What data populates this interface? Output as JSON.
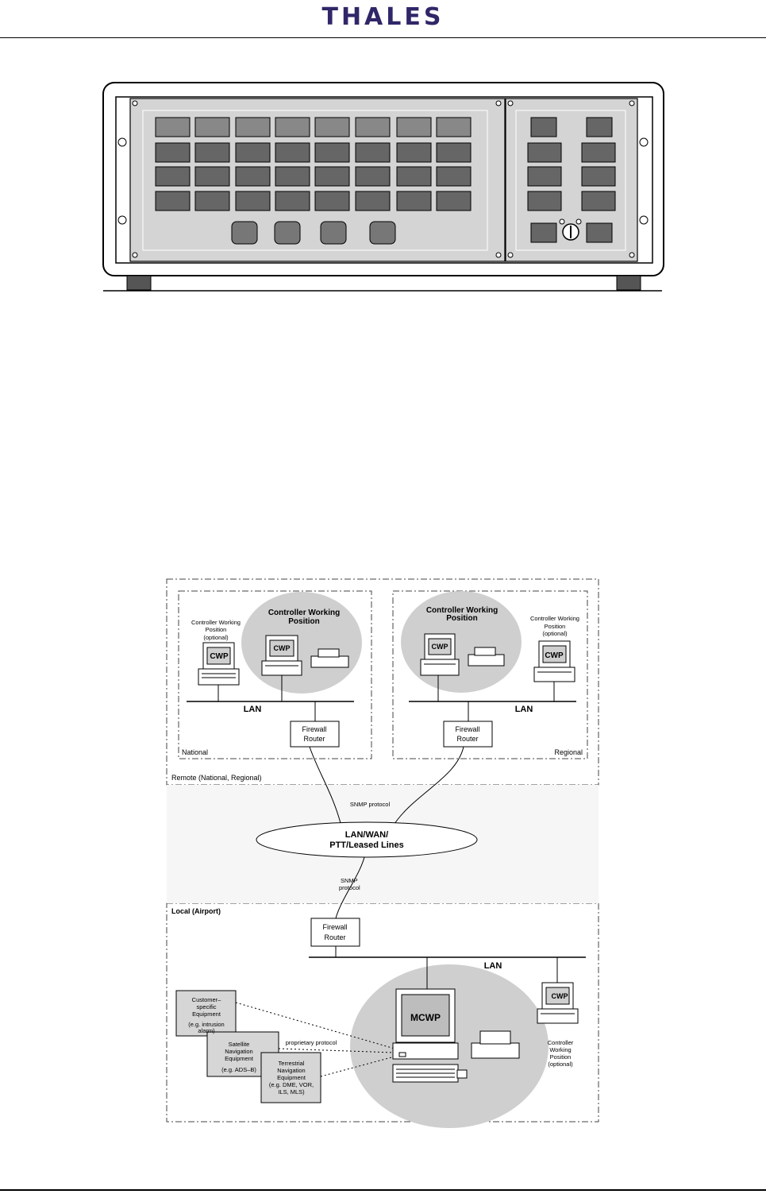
{
  "header": {
    "logo_text": "THALES"
  },
  "diagram": {
    "remote_label": "Remote (National, Regional)",
    "national_label": "National",
    "regional_label": "Regional",
    "local_label": "Local (Airport)",
    "cwp_label": "CWP",
    "mcwp_label": "MCWP",
    "lan_label": "LAN",
    "controller_working_position": [
      "Controller Working",
      "Position"
    ],
    "controller_optional_left": [
      "Controller Working",
      "Position",
      "(optional)"
    ],
    "controller_optional_right": [
      "Controller Working",
      "Position",
      "(optional)"
    ],
    "controller_optional_local": [
      "Controller",
      "Working",
      "Position",
      "(optional)"
    ],
    "firewall_router": [
      "Firewall",
      "Router"
    ],
    "snmp_top": "SNMP protocol",
    "snmp_bottom": [
      "SNMP",
      "protocol"
    ],
    "wan": [
      "LAN/WAN/",
      "PTT/Leased Lines"
    ],
    "proprietary": "proprietary protocol",
    "customer_equipment": [
      "Customer–",
      "specific",
      "Equipment",
      "(e.g. intrusion",
      "alarm)"
    ],
    "satellite_equipment": [
      "Satellite",
      "Navigation",
      "Equipment",
      "(e.g. ADS–B)"
    ],
    "terrestrial_equipment": [
      "Terrestrial",
      "Navigation",
      "Equipment",
      "(e.g. DME, VOR,",
      "ILS, MLS)"
    ]
  }
}
